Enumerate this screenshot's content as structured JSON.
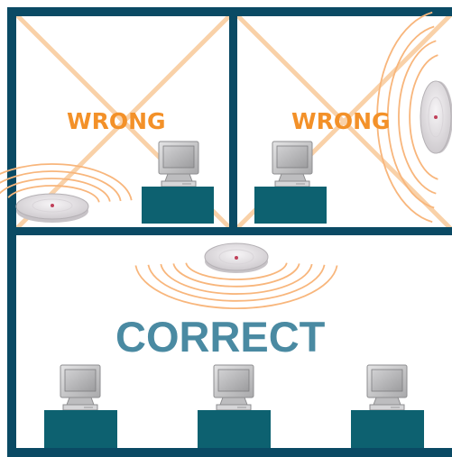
{
  "labels": {
    "wrong_left": "WRONG",
    "wrong_right": "WRONG",
    "correct": "CORRECT"
  },
  "colors": {
    "wall": "#0a4a64",
    "cross": "#f9d1a8",
    "wave": "#f8b67c",
    "desk": "#0d6170",
    "wrong_text": "#f39129",
    "correct_text": "#4a8aa2",
    "access_point": "#e6e3e6",
    "monitor": "#c9c9ca"
  },
  "icons": [
    "access-point-icon",
    "computer-icon",
    "desk-icon",
    "wave-arcs-icon"
  ]
}
